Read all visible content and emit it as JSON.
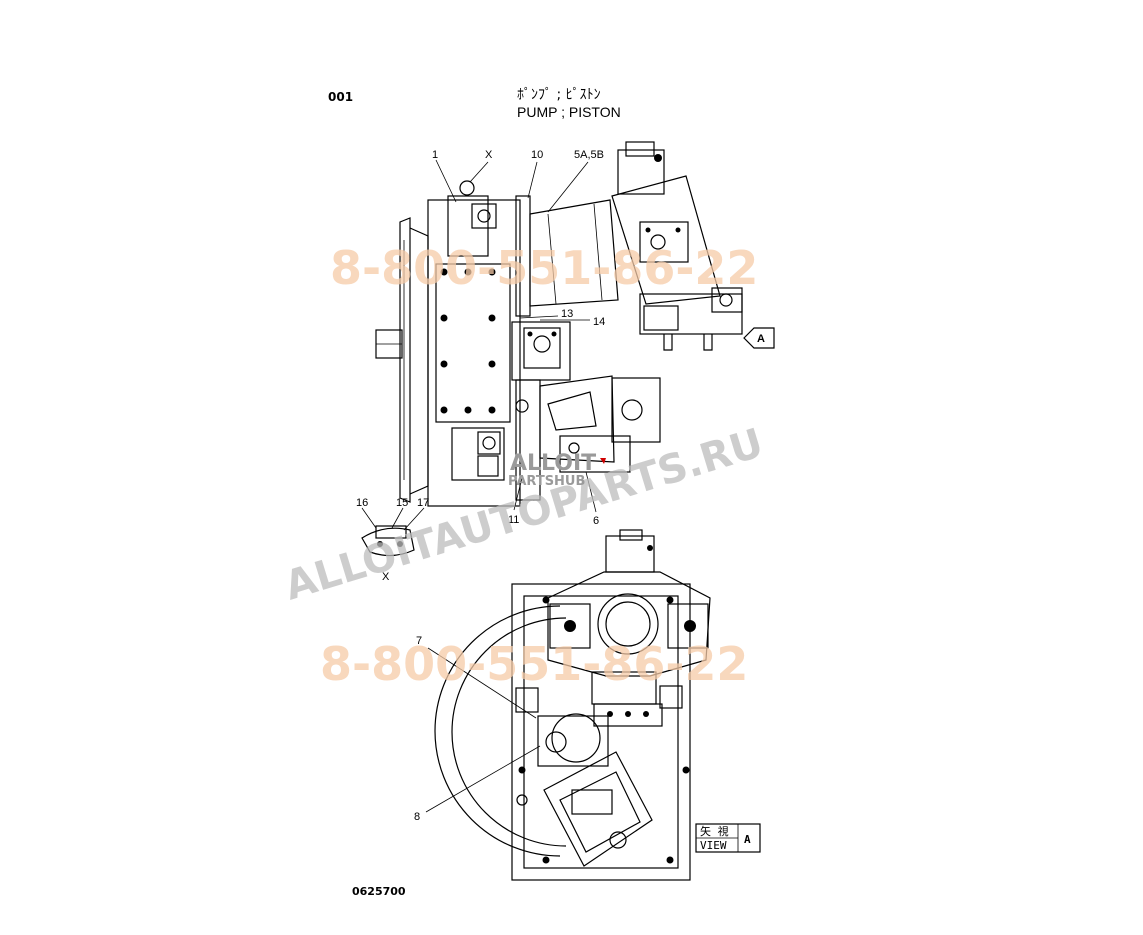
{
  "page_number": "001",
  "title_jp": "ﾎﾟﾝﾌﾟ ; ﾋﾟｽﾄﾝ",
  "title_en": "PUMP ; PISTON",
  "drawing_number": "0625700",
  "callouts": {
    "c1": "1",
    "cX": "X",
    "c10": "10",
    "c5": "5A,5B",
    "c13": "13",
    "c14": "14",
    "c11": "11",
    "c6": "6",
    "c16": "16",
    "c15": "15",
    "c17": "17",
    "detailX": "X",
    "c7": "7",
    "c8": "8",
    "arrowA": "A"
  },
  "view_box": {
    "jp": "矢 視",
    "en": "VIEW",
    "letter": "A"
  },
  "watermarks": {
    "phone": "8-800-551-86-22",
    "site": "ALLOITAUTOPARTS.RU",
    "logo_top": "ALLOIT",
    "logo_bottom": "PARTSHUB"
  }
}
